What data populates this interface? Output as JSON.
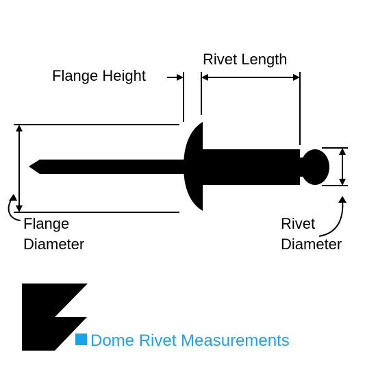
{
  "labels": {
    "flange_height": "Flange Height",
    "rivet_length": "Rivet Length",
    "flange_diameter_line1": "Flange",
    "flange_diameter_line2": "Diameter",
    "rivet_diameter_line1": "Rivet",
    "rivet_diameter_line2": "Diameter"
  },
  "caption": {
    "text": "Dome Rivet Measurements",
    "color": "#1aa3e8",
    "marker_color": "#1aa3e8"
  },
  "colors": {
    "ink": "#000000",
    "background": "#ffffff"
  },
  "logo": {
    "icon": "brand-logo-icon"
  }
}
